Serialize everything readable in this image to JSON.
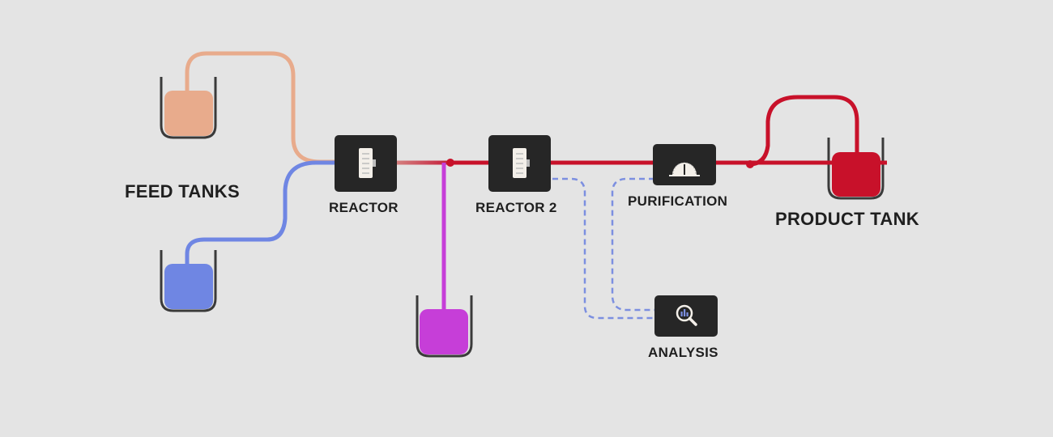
{
  "diagram": {
    "labels": {
      "feed_tanks": "FEED TANKS",
      "reactor": "REACTOR",
      "reactor2": "REACTOR 2",
      "purification": "PURIFICATION",
      "analysis": "ANALYSIS",
      "product_tank": "PRODUCT TANK"
    },
    "colors": {
      "background": "#e4e4e4",
      "feed_orange": "#e8ab8c",
      "feed_blue": "#6f86e3",
      "additive_magenta": "#c63ed8",
      "product_red": "#c8112a",
      "analysis_dashed": "#7c8fe0",
      "device_dark": "#262626"
    },
    "icons": {
      "reactor": "chip-icon",
      "reactor2": "chip-icon",
      "purification": "gauge-icon",
      "analysis": "magnifier-icon"
    }
  }
}
